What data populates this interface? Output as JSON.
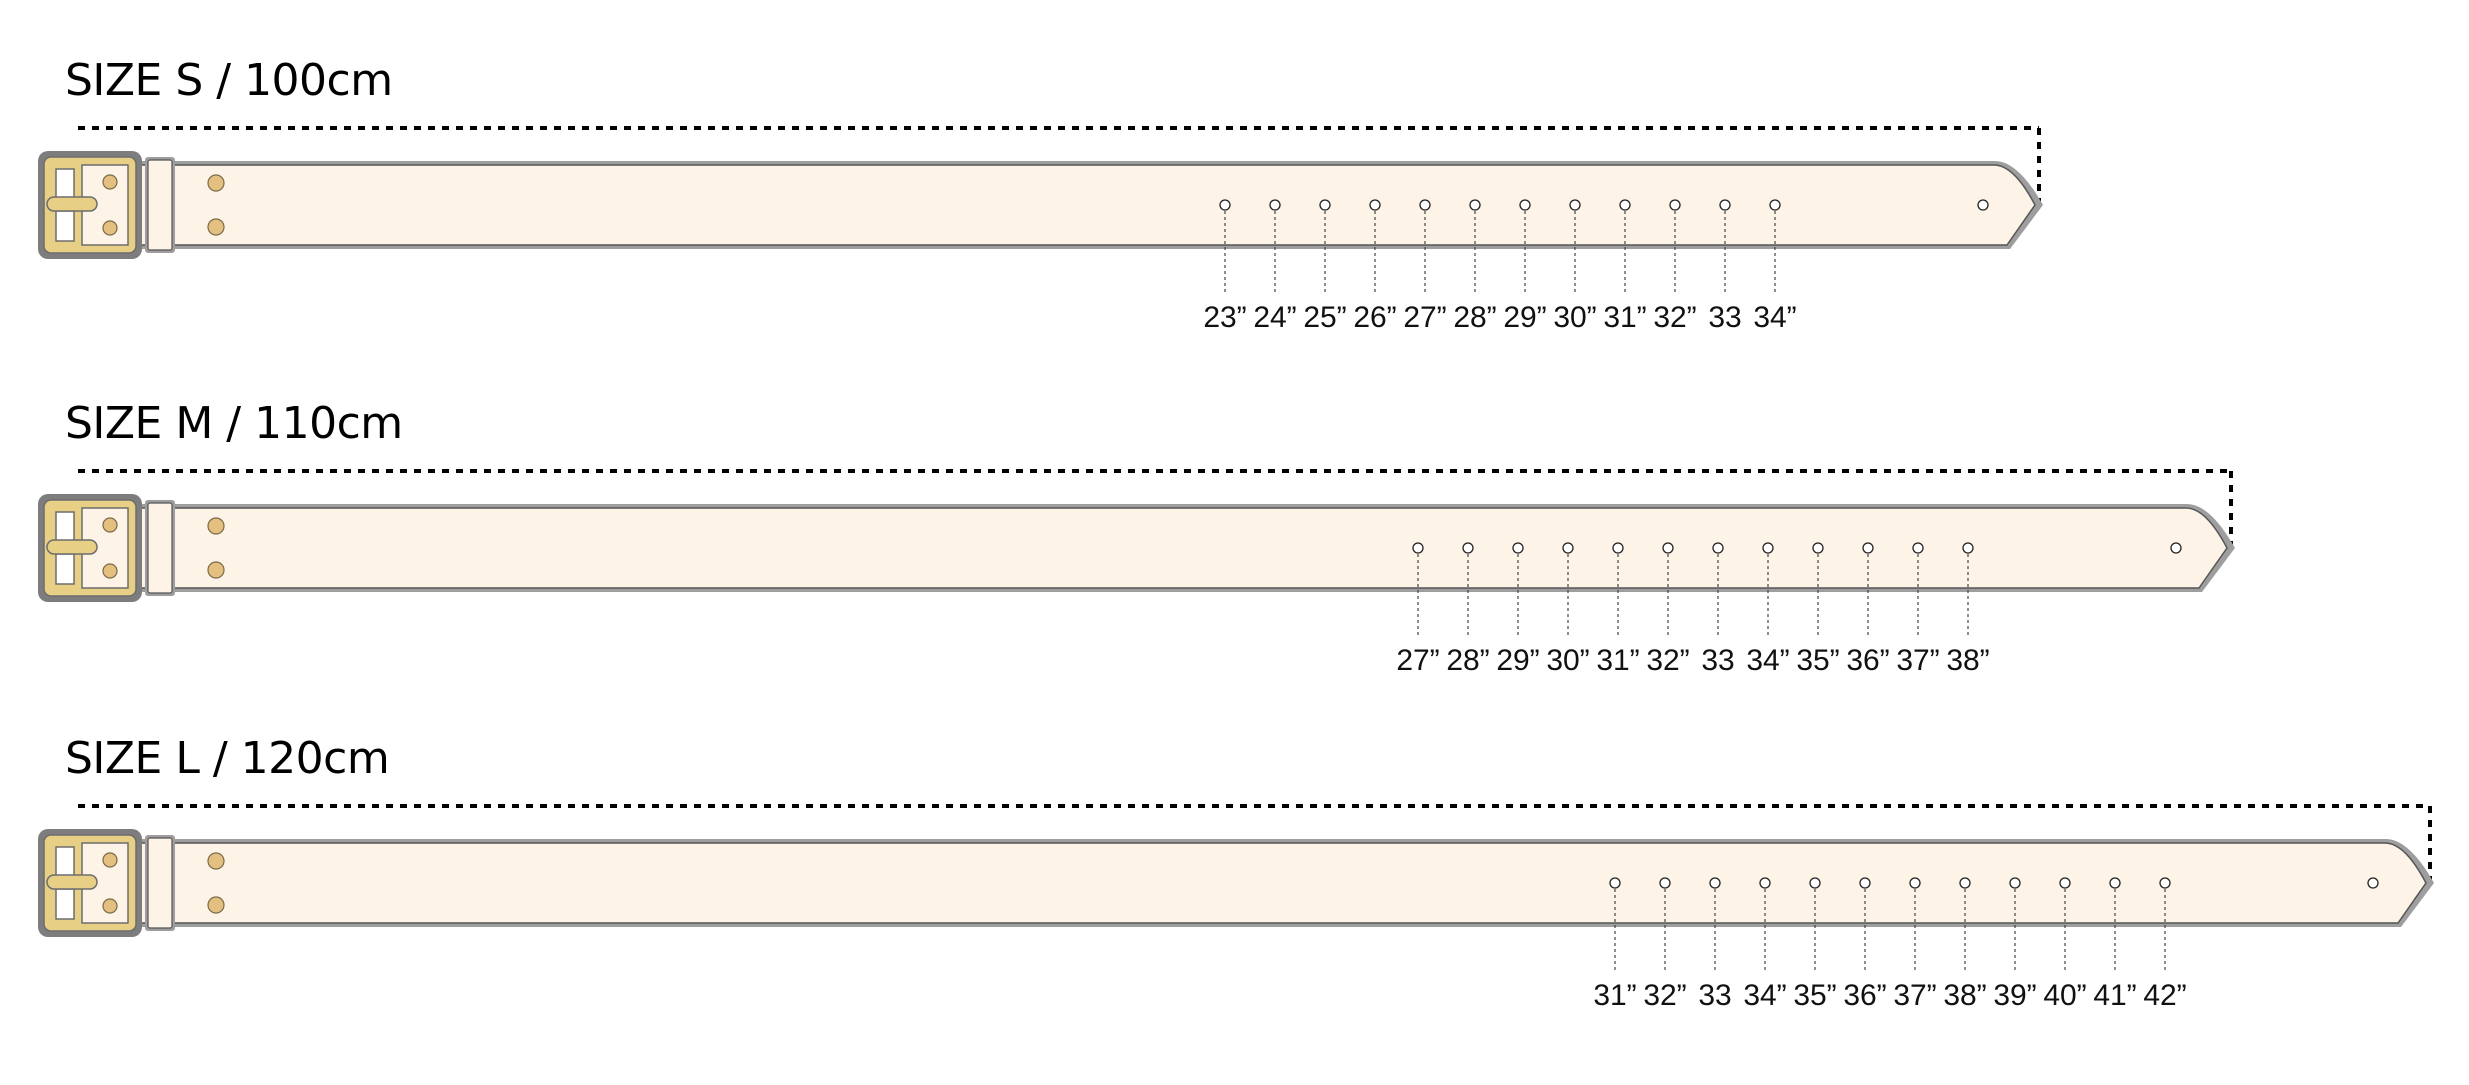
{
  "belts": [
    {
      "title": "SIZE S / 100cm",
      "hole_labels": [
        "23”",
        "24”",
        "25”",
        "26”",
        "27”",
        "28”",
        "29”",
        "30”",
        "31”",
        "32”",
        "33",
        "34”"
      ]
    },
    {
      "title": "SIZE M / 110cm",
      "hole_labels": [
        "27”",
        "28”",
        "29”",
        "30”",
        "31”",
        "32”",
        "33",
        "34”",
        "35”",
        "36”",
        "37”",
        "38”"
      ]
    },
    {
      "title": "SIZE L / 120cm",
      "hole_labels": [
        "31”",
        "32”",
        "33",
        "34”",
        "35”",
        "36”",
        "37”",
        "38”",
        "39”",
        "40”",
        "41”",
        "42”"
      ]
    }
  ],
  "colors": {
    "strap_fill": "#fdf3e7",
    "strap_outline": "#9e9e9e",
    "buckle_fill": "#e8cf86",
    "buckle_outline": "#7d7d7d",
    "rivet_fill": "#e3c07f"
  }
}
